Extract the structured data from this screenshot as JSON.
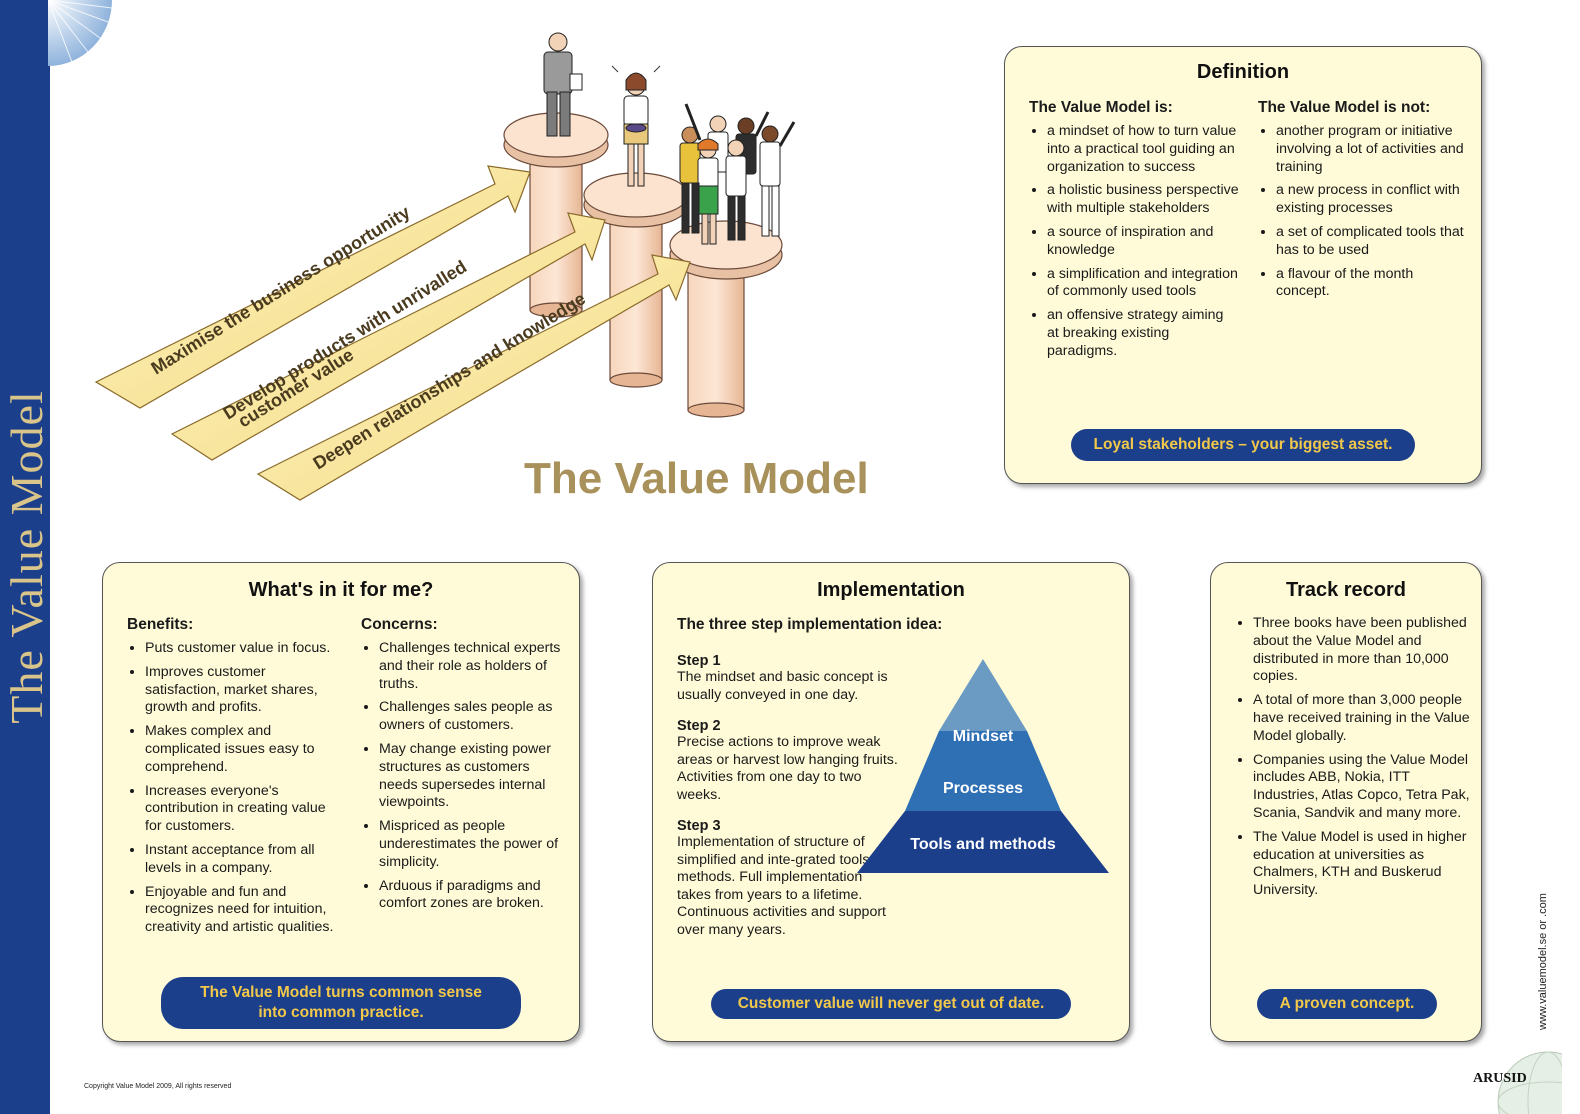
{
  "sidebar": {
    "title": "The Value Model"
  },
  "hero": {
    "title": "The Value Model",
    "arrows": [
      "Maximise the business opportunity",
      "Develop products with unrivalled",
      "customer value",
      "Deepen relationships and knowledge"
    ]
  },
  "definition": {
    "title": "Definition",
    "is_heading": "The Value Model is:",
    "is_items": [
      "a mindset of how to turn value into a practical tool guiding an organization to success",
      "a holistic business perspective with multiple stakeholders",
      "a source of inspiration and knowledge",
      "a simplification and integration of commonly used tools",
      "an offensive strategy aiming at breaking existing paradigms."
    ],
    "not_heading": "The Value Model is not:",
    "not_items": [
      "another program or initiative involving a lot of activities and training",
      "a new process in conflict with existing processes",
      "a set of complicated tools that has to be used",
      "a flavour of the month concept."
    ],
    "pill": "Loyal stakeholders – your biggest asset."
  },
  "whats_in_it": {
    "title": "What's in it for me?",
    "benefits_heading": "Benefits:",
    "benefits": [
      "Puts customer value in focus.",
      "Improves customer satisfaction, market shares, growth and profits.",
      "Makes complex and complicated issues easy to comprehend.",
      "Increases everyone's contribution in creating value for customers.",
      "Instant acceptance from all levels in a company.",
      "Enjoyable and fun and recognizes need for intuition, creativity and artistic qualities."
    ],
    "concerns_heading": "Concerns:",
    "concerns": [
      "Challenges technical experts and their role as holders of truths.",
      "Challenges sales people as owners of customers.",
      "May change existing power structures as customers needs supersedes internal viewpoints.",
      "Mispriced as people underestimates the power of simplicity.",
      "Arduous if paradigms and comfort zones are broken."
    ],
    "pill_line1": "The Value Model turns common sense",
    "pill_line2": "into common practice."
  },
  "implementation": {
    "title": "Implementation",
    "subtitle": "The three step implementation idea:",
    "steps": [
      {
        "label": "Step 1",
        "text": "The mindset and basic concept is usually conveyed in one day."
      },
      {
        "label": "Step 2",
        "text": "Precise actions to improve weak areas or harvest low hanging fruits. Activities from one day to two weeks."
      },
      {
        "label": "Step 3",
        "text": "Implementation of structure of simplified and inte-grated tools and methods. Full implementation takes from years to a lifetime. Continuous activities and support over many years."
      }
    ],
    "pyramid": [
      "Mindset",
      "Processes",
      "Tools and methods"
    ],
    "pyramid_colors": [
      "#6b9bc3",
      "#2f6fb3",
      "#1c3f8c"
    ],
    "pill": "Customer value will never get out of date."
  },
  "track_record": {
    "title": "Track record",
    "items": [
      "Three books have been published about the Value Model and distributed in more than 10,000 copies.",
      "A total of more than 3,000 people have received training in the Value Model globally.",
      "Companies using the Value Model includes ABB, Nokia, ITT Industries, Atlas Copco, Tetra Pak, Scania, Sandvik and many more.",
      "The Value Model is used in higher education at universities as Chalmers, KTH and Buskerud University."
    ],
    "pill": "A proven concept."
  },
  "footer": {
    "copyright": "Copyright Value Model 2009, All rights reserved",
    "url": "www.valuemodel.se or .com",
    "brand": "ARUSID"
  }
}
